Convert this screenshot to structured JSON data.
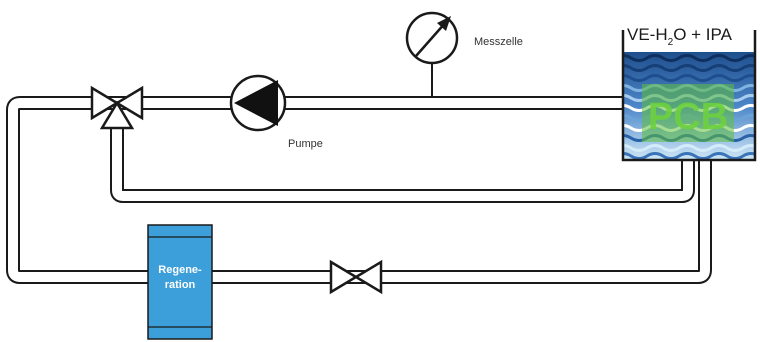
{
  "labels": {
    "measuring_cell": "Messzelle",
    "pump": "Pumpe",
    "regeneration_line1": "Regene-",
    "regeneration_line2": "ration",
    "tank_title_prefix": "VE-H",
    "tank_title_sub": "2",
    "tank_title_suffix": "O + IPA",
    "pcb": "PCB"
  },
  "colors": {
    "pipe_stroke": "#1a1a1a",
    "pipe_fill": "#ffffff",
    "regeneration_fill": "#3d9fd9",
    "tank_water_dark": "#1f4e8c",
    "tank_water_light": "#bfe0f5",
    "pcb_green": "#5fbf3a"
  },
  "icons": {
    "pump": "pump-icon",
    "meter": "gauge-icon",
    "three_way_valve": "three-way-valve-icon",
    "valve": "gate-valve-icon"
  }
}
